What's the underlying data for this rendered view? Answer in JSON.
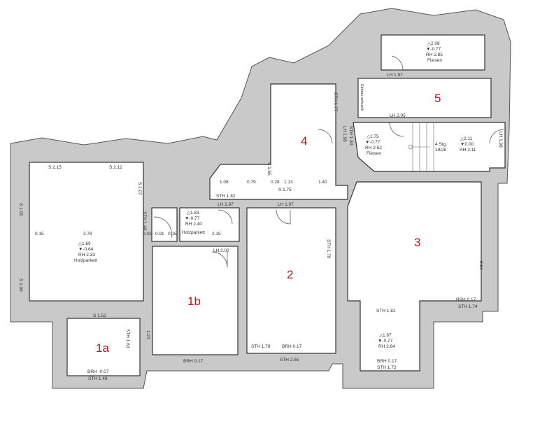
{
  "rooms": {
    "r1a": "1a",
    "r1b": "1b",
    "r2": "2",
    "r3": "3",
    "r4": "4",
    "r5": "5"
  },
  "labels": {
    "big_s1": "S 2.15",
    "big_s2": "S 2.12",
    "big_s3": "S 2.07",
    "big_w1": "S 1.05",
    "big_w2": "S 1.06",
    "big_dim1": "0.15",
    "big_dim2": "3.78",
    "big_a": "△1.69",
    "big_b": "▼-0.64",
    "big_c": "RH 2.33",
    "big_d": "Holzparkett",
    "big_sth": "STH 1.48",
    "dim_042": "0.42",
    "dim_091": "0.91",
    "dim_015": "0.15",
    "sm_a": "△1.83",
    "sm_b": "▼-0.77",
    "sm_c": "RH 2.40",
    "sm_d": "Holzparkett",
    "sm_dim": "2.15",
    "cor_108": "1.08",
    "cor_079": "0.79",
    "cor_sth": "STH 1.82",
    "cor_lh": "LH 1.97",
    "lh202": "LH 2.02",
    "r4_028": "0.28",
    "r4_113": "1.13",
    "r4_140": "1.40",
    "r4_s": "S 1.75",
    "r4_lh": "LH 1.97",
    "r4_sth": "STH 1.77",
    "r4_s155": "S 1.55",
    "r2_sth": "STH 1.79",
    "r2_sth178": "STH 1.78",
    "r2_brh": "BRH 0.17",
    "r2_sth265": "STH 2.65",
    "r1b_brh": "BRH 0.17",
    "r1a_s": "S 1.52",
    "r1a_sth": "STH 1.63",
    "r1a_124": "1.24",
    "r1a_brh": "BRH -0.07",
    "r1a_sth2": "STH 1.48",
    "r3_sth181": "STH 1.81",
    "r3_brh": "BRH 0.17",
    "r3_sth174": "STH 1.74",
    "r3_064": "0.64",
    "r3b_a": "△1.87",
    "r3b_b": "▼-0.77",
    "r3b_c": "RH 2.64",
    "r3b_brh": "BRH 0.17",
    "r3b_sth": "STH 1.72",
    "top_a": "△2.08",
    "top_b": "▼-0.77",
    "top_c": "RH 2.85",
    "top_d": "Fliesen",
    "top_lh": "LH 1.97",
    "r5_lh": "LH 2.05",
    "r5_box": "Einbau-schrank",
    "st_a": "△1.75",
    "st_b": "▼-0.77",
    "st_c": "RH 2.52",
    "st_d": "Fliesen",
    "st_lh": "LH 1.98",
    "st_sth": "STH 1.80",
    "stairs": "4 Stg.",
    "stairs2": "19/28",
    "st2_a": "△2.11",
    "st2_b": "▼0.00",
    "st2_c": "RH 2.11",
    "st2_lh": "LH 1.98"
  }
}
